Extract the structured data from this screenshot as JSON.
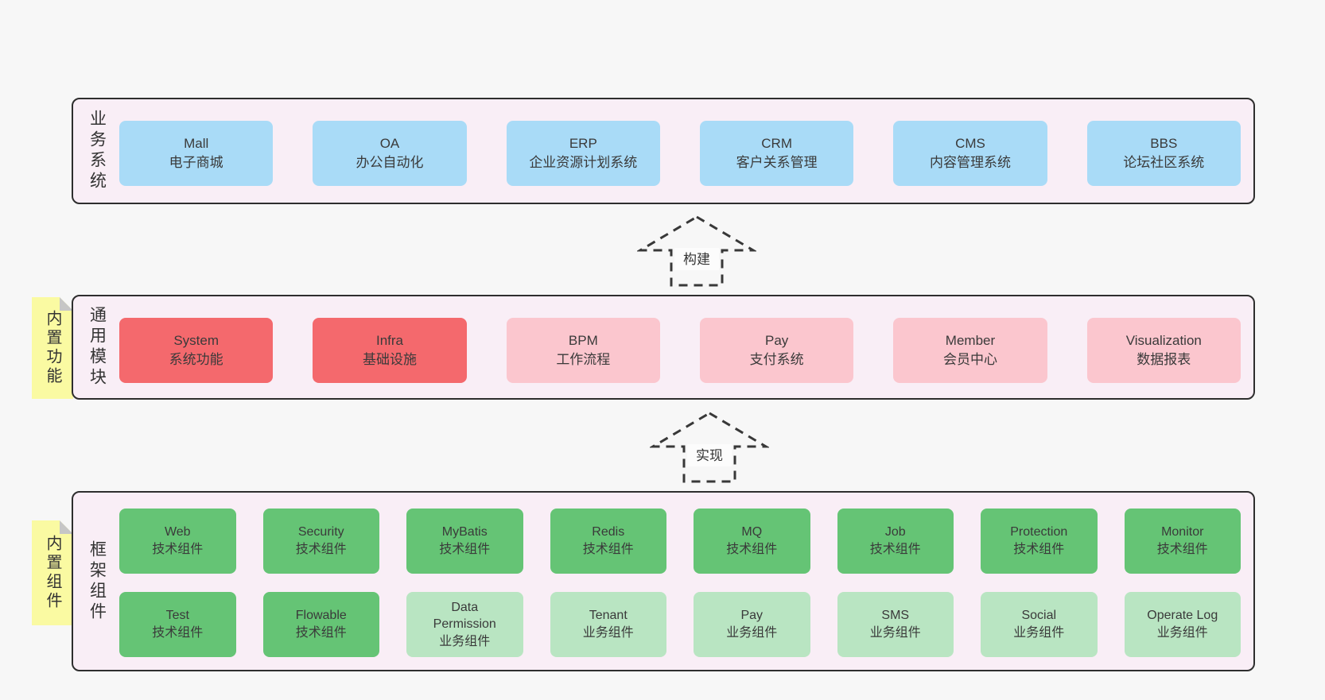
{
  "diagram": {
    "bands": [
      {
        "label": "业务系统",
        "boxes": [
          {
            "title": "Mall",
            "subtitle": "电子商城",
            "variant": "blue"
          },
          {
            "title": "OA",
            "subtitle": "办公自动化",
            "variant": "blue"
          },
          {
            "title": "ERP",
            "subtitle": "企业资源计划系统",
            "variant": "blue"
          },
          {
            "title": "CRM",
            "subtitle": "客户关系管理",
            "variant": "blue"
          },
          {
            "title": "CMS",
            "subtitle": "内容管理系统",
            "variant": "blue"
          },
          {
            "title": "BBS",
            "subtitle": "论坛社区系统",
            "variant": "blue"
          }
        ]
      },
      {
        "label": "通用模块",
        "note": "内置功能",
        "boxes": [
          {
            "title": "System",
            "subtitle": "系统功能",
            "variant": "red"
          },
          {
            "title": "Infra",
            "subtitle": "基础设施",
            "variant": "red"
          },
          {
            "title": "BPM",
            "subtitle": "工作流程",
            "variant": "pink"
          },
          {
            "title": "Pay",
            "subtitle": "支付系统",
            "variant": "pink"
          },
          {
            "title": "Member",
            "subtitle": "会员中心",
            "variant": "pink"
          },
          {
            "title": "Visualization",
            "subtitle": "数据报表",
            "variant": "pink"
          }
        ]
      },
      {
        "label": "框架组件",
        "note": "内置组件",
        "rows": [
          [
            {
              "title": "Web",
              "subtitle": "技术组件",
              "variant": "green"
            },
            {
              "title": "Security",
              "subtitle": "技术组件",
              "variant": "green"
            },
            {
              "title": "MyBatis",
              "subtitle": "技术组件",
              "variant": "green"
            },
            {
              "title": "Redis",
              "subtitle": "技术组件",
              "variant": "green"
            },
            {
              "title": "MQ",
              "subtitle": "技术组件",
              "variant": "green"
            },
            {
              "title": "Job",
              "subtitle": "技术组件",
              "variant": "green"
            },
            {
              "title": "Protection",
              "subtitle": "技术组件",
              "variant": "green"
            },
            {
              "title": "Monitor",
              "subtitle": "技术组件",
              "variant": "green"
            }
          ],
          [
            {
              "title": "Test",
              "subtitle": "技术组件",
              "variant": "green"
            },
            {
              "title": "Flowable",
              "subtitle": "技术组件",
              "variant": "green"
            },
            {
              "title": "Data Permission",
              "subtitle": "业务组件",
              "variant": "green-light"
            },
            {
              "title": "Tenant",
              "subtitle": "业务组件",
              "variant": "green-light"
            },
            {
              "title": "Pay",
              "subtitle": "业务组件",
              "variant": "green-light"
            },
            {
              "title": "SMS",
              "subtitle": "业务组件",
              "variant": "green-light"
            },
            {
              "title": "Social",
              "subtitle": "业务组件",
              "variant": "green-light"
            },
            {
              "title": "Operate Log",
              "subtitle": "业务组件",
              "variant": "green-light"
            }
          ]
        ]
      }
    ],
    "arrows": [
      {
        "label": "构建"
      },
      {
        "label": "实现"
      }
    ],
    "colors": {
      "page_bg": "#f7f7f7",
      "band_bg": "#f9eef6",
      "band_border": "#2e2e2e",
      "blue": "#a9dbf7",
      "red": "#f4696d",
      "pink": "#fbc6ce",
      "green": "#65c475",
      "green_light": "#b9e5c2",
      "note_yellow": "#fafaa2",
      "note_fold": "#c6c6c6",
      "text": "#3a3a3a",
      "arrow_stroke": "#383838"
    }
  }
}
